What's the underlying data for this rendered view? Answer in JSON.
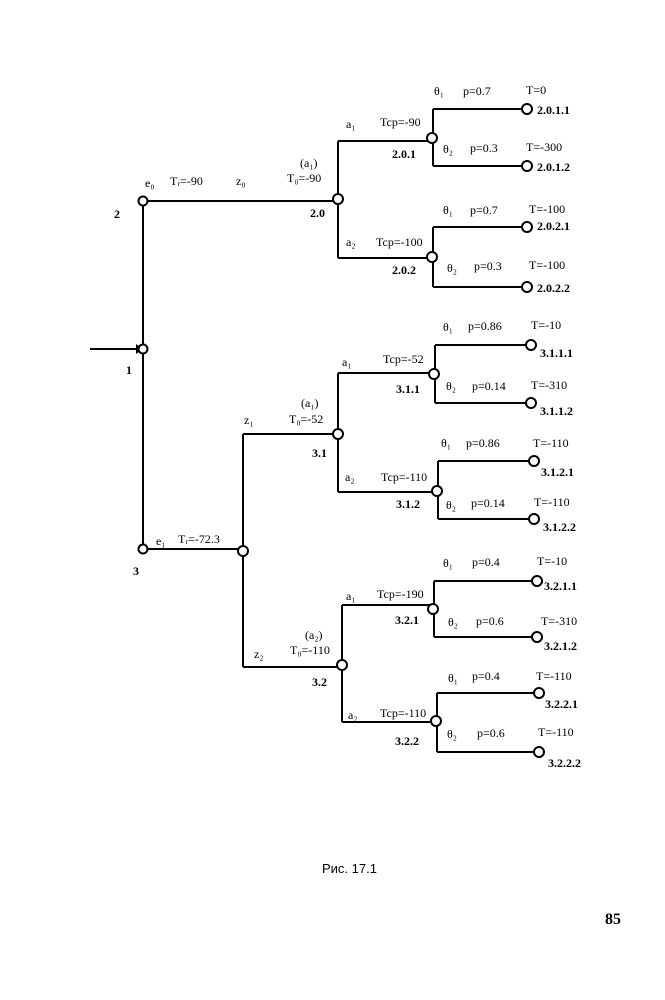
{
  "caption": "Рис. 17.1",
  "page_number": "85",
  "nodes": {
    "n1": "1",
    "n2": "2",
    "n3": "3",
    "n2_0": "2.0",
    "n2_0_1": "2.0.1",
    "n2_0_2": "2.0.2",
    "n3_1": "3.1",
    "n3_1_1": "3.1.1",
    "n3_1_2": "3.1.2",
    "n3_2": "3.2",
    "n3_2_1": "3.2.1",
    "n3_2_2": "3.2.2"
  },
  "leaves": {
    "l2011": {
      "id": "2.0.1.1",
      "theta": "θ₁",
      "p": "p=0.7",
      "t": "T=0"
    },
    "l2012": {
      "id": "2.0.1.2",
      "theta": "θ₂",
      "p": "p=0.3",
      "t": "T=-300"
    },
    "l2021": {
      "id": "2.0.2.1",
      "theta": "θ₁",
      "p": "p=0.7",
      "t": "T=-100"
    },
    "l2022": {
      "id": "2.0.2.2",
      "theta": "θ₂",
      "p": "p=0.3",
      "t": "T=-100"
    },
    "l3111": {
      "id": "3.1.1.1",
      "theta": "θ₁",
      "p": "p=0.86",
      "t": "T=-10"
    },
    "l3112": {
      "id": "3.1.1.2",
      "theta": "θ₂",
      "p": "p=0.14",
      "t": "T=-310"
    },
    "l3121": {
      "id": "3.1.2.1",
      "theta": "θ₁",
      "p": "p=0.86",
      "t": "T=-110"
    },
    "l3122": {
      "id": "3.1.2.2",
      "theta": "θ₂",
      "p": "p=0.14",
      "t": "T=-110"
    },
    "l3211": {
      "id": "3.2.1.1",
      "theta": "θ₁",
      "p": "p=0.4",
      "t": "T=-10"
    },
    "l3212": {
      "id": "3.2.1.2",
      "theta": "θ₂",
      "p": "p=0.6",
      "t": "T=-310"
    },
    "l3221": {
      "id": "3.2.2.1",
      "theta": "θ₁",
      "p": "p=0.4",
      "t": "T=-110"
    },
    "l3222": {
      "id": "3.2.2.2",
      "theta": "θ₂",
      "p": "p=0.6",
      "t": "T=-110"
    }
  },
  "branches": {
    "e0": "e₀",
    "e0_t": "Tᵣ=-90",
    "z0": "z₀",
    "e1": "e₁",
    "e1_t": "Tᵣ=-72.3",
    "z1": "z₁",
    "z2": "z₂",
    "b20_a": "(a₁)",
    "b20_t": "T₀=-90",
    "b20_a1": "a₁",
    "b20_a1_t": "Tcp=-90",
    "b20_a2": "a₂",
    "b20_a2_t": "Tcp=-100",
    "b31_a": "(a₁)",
    "b31_t": "T₀=-52",
    "b31_a1": "a₁",
    "b31_a1_t": "Tcp=-52",
    "b31_a2": "a₂",
    "b31_a2_t": "Tcp=-110",
    "b32_a": "(a₂)",
    "b32_t": "T₀=-110",
    "b32_a1": "a₁",
    "b32_a1_t": "Tcp=-190",
    "b32_a2": "a₂",
    "b32_a2_t": "Tcp=-110"
  }
}
